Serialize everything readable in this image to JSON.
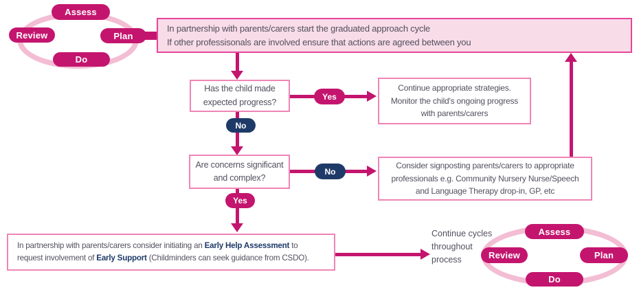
{
  "colors": {
    "magenta": "#c4156e",
    "navy": "#1e3a68",
    "ring": "#f3bdd3",
    "box_fill": "#f8dce8",
    "box_border": "#ef85b6",
    "box_border_strong": "#e8459a",
    "text": "#534f5e"
  },
  "cycle_top_left": {
    "assess": "Assess",
    "plan": "Plan",
    "do": "Do",
    "review": "Review"
  },
  "cycle_bottom_right": {
    "assess": "Assess",
    "plan": "Plan",
    "do": "Do",
    "review": "Review"
  },
  "start_box": {
    "text": "In partnership with parents/carers start the graduated approach cycle\nIf other professisonals are involved ensure that actions are agreed between you"
  },
  "q_progress": {
    "text": "Has the child made\nexpected progress?",
    "yes": "Yes",
    "no": "No"
  },
  "r_strategies": {
    "text": "Continue appropriate strategies.\nMonitor the child's ongoing progress\nwith parents/carers"
  },
  "q_concerns": {
    "text": "Are concerns significant\nand complex?",
    "yes": "Yes",
    "no": "No"
  },
  "r_signpost": {
    "text": "Consider signposting parents/carers to appropriate\nprofessionals e.g. Community Nursery Nurse/Speech\nand Language Therapy drop-in, GP, etc"
  },
  "final_box": {
    "seg1": "In partnership with parents/carers consider initiating an ",
    "bold1": "Early Help Assessment",
    "seg2": " to\nrequest involvement of ",
    "bold2": "Early Support",
    "seg3": " (Childminders can seek guidance from CSDO)."
  },
  "continue_note": {
    "text": "Continue cycles\nthroughout\nprocess"
  }
}
